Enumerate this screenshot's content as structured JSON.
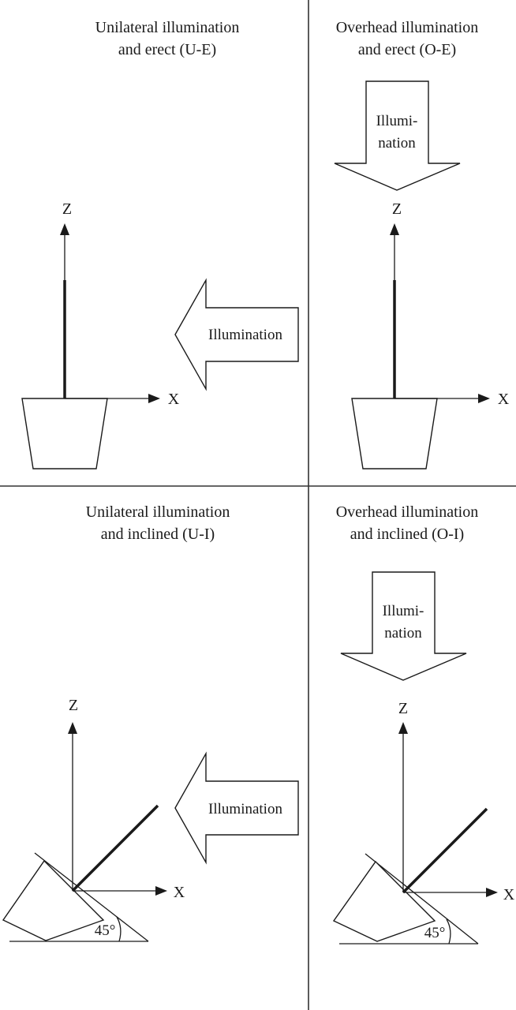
{
  "divider_color": "#333333",
  "panels": {
    "ue": {
      "title_line1": "Unilateral illumination",
      "title_line2": "and erect (U-E)",
      "illumination_label": "Illumination",
      "axis_z": "Z",
      "axis_x": "X"
    },
    "oe": {
      "title_line1": "Overhead illumination",
      "title_line2": "and erect (O-E)",
      "illumination_line1": "Illumi-",
      "illumination_line2": "nation",
      "axis_z": "Z",
      "axis_x": "X"
    },
    "ui": {
      "title_line1": "Unilateral illumination",
      "title_line2": "and inclined (U-I)",
      "illumination_label": "Illumination",
      "axis_z": "Z",
      "axis_x": "X",
      "angle_label": "45°"
    },
    "oi": {
      "title_line1": "Overhead illumination",
      "title_line2": "and inclined (O-I)",
      "illumination_line1": "Illumi-",
      "illumination_line2": "nation",
      "axis_z": "Z",
      "axis_x": "X",
      "angle_label": "45°"
    }
  }
}
